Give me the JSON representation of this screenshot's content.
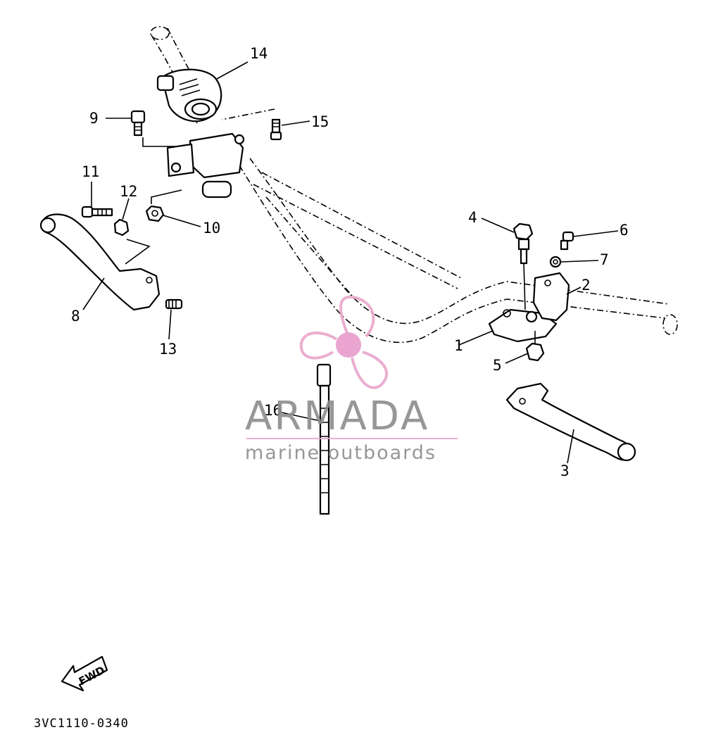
{
  "diagram": {
    "callouts": [
      {
        "id": "c1",
        "text": "1"
      },
      {
        "id": "c2",
        "text": "2"
      },
      {
        "id": "c3",
        "text": "3"
      },
      {
        "id": "c4",
        "text": "4"
      },
      {
        "id": "c5",
        "text": "5"
      },
      {
        "id": "c6",
        "text": "6"
      },
      {
        "id": "c7",
        "text": "7"
      },
      {
        "id": "c8",
        "text": "8"
      },
      {
        "id": "c9",
        "text": "9"
      },
      {
        "id": "c10",
        "text": "10"
      },
      {
        "id": "c11",
        "text": "11"
      },
      {
        "id": "c12",
        "text": "12"
      },
      {
        "id": "c13",
        "text": "13"
      },
      {
        "id": "c14",
        "text": "14"
      },
      {
        "id": "c15",
        "text": "15"
      },
      {
        "id": "c16",
        "text": "16"
      }
    ],
    "fwd_label": "FWD",
    "drawing_code": "3VC1110-0340"
  },
  "watermark": {
    "title": "ARMADA",
    "subtitle": "marine outboards",
    "colors": {
      "logo": "#e8a6cc",
      "logo_center": "#e79ccc",
      "text": "#8c8c8c",
      "rule": "#e8a6cc"
    }
  }
}
